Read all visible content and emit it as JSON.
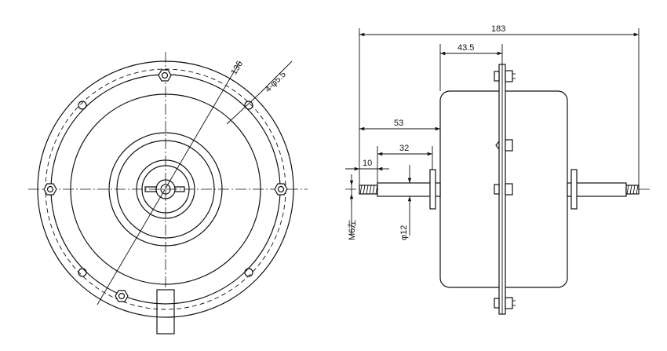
{
  "drawing": {
    "front_view": {
      "outer_dia_label": "136",
      "holes_label": "4-φ5.5"
    },
    "side_view": {
      "overall_length": "183",
      "flange_offset": "43.5",
      "body_start": "53",
      "shaft_step": "32",
      "thread_length": "10",
      "shaft_dia": "φ12",
      "thread_spec": "M6左"
    }
  }
}
